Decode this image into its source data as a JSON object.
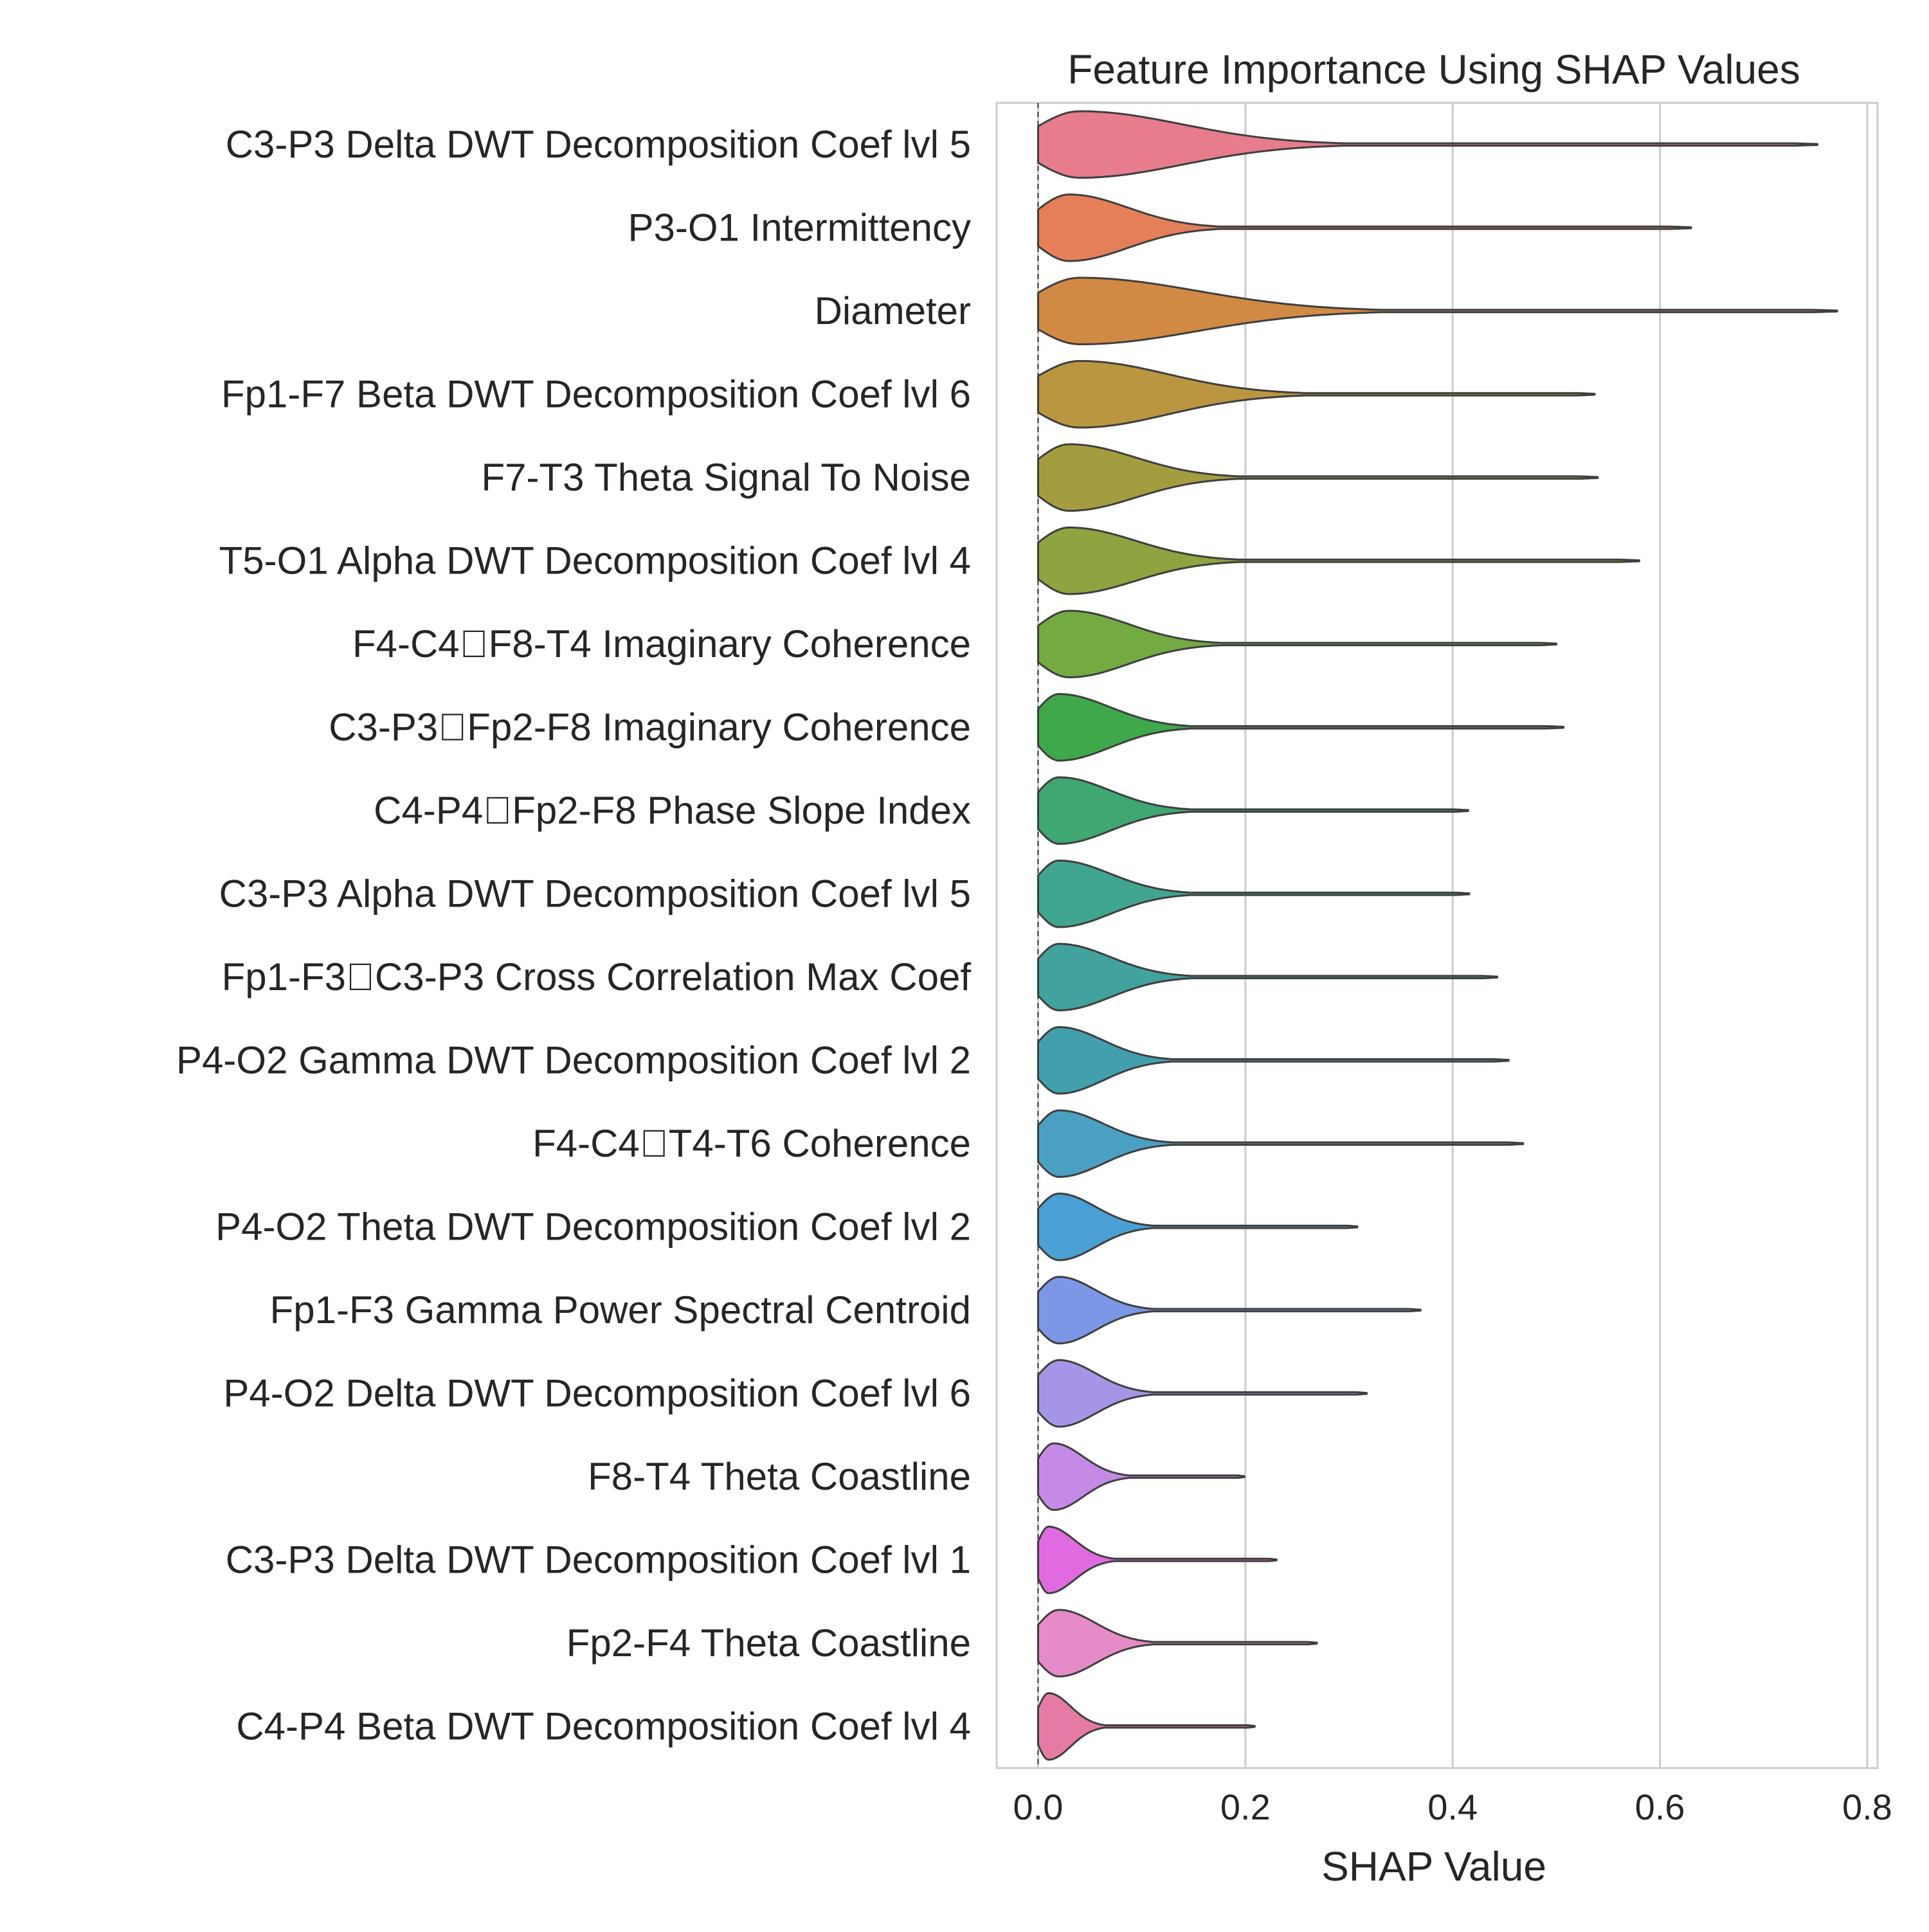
{
  "chart_data": {
    "type": "violin",
    "orientation": "horizontal",
    "title": "Feature Importance Using SHAP Values",
    "xlabel": "SHAP Value",
    "ylabel": "",
    "xlim": [
      -0.04,
      0.81
    ],
    "xticks": [
      0.0,
      0.2,
      0.4,
      0.6,
      0.8
    ],
    "xtick_labels": [
      "0.0",
      "0.2",
      "0.4",
      "0.6",
      "0.8"
    ],
    "grid": "vertical",
    "legend": "none",
    "inner": "dashed line at 0",
    "categories": [
      "C3-P3 Delta DWT Decomposition Coef lvl 5",
      "P3-O1 Intermittency",
      "Diameter",
      "Fp1-F7 Beta DWT Decomposition Coef lvl 6",
      "F7-T3 Theta Signal To Noise",
      "T5-O1 Alpha DWT Decomposition Coef lvl 4",
      "F4-C4\u0000F8-T4 Imaginary Coherence",
      "C3-P3\u0000Fp2-F8 Imaginary Coherence",
      "C4-P4\u0000Fp2-F8 Phase Slope Index",
      "C3-P3 Alpha DWT Decomposition Coef lvl 5",
      "Fp1-F3\u0000C3-P3 Cross Correlation Max Coef",
      "P4-O2 Gamma DWT Decomposition Coef lvl 2",
      "F4-C4\u0000T4-T6 Coherence",
      "P4-O2 Theta DWT Decomposition Coef lvl 2",
      "Fp1-F3 Gamma Power Spectral Centroid",
      "P4-O2 Delta DWT Decomposition Coef lvl 6",
      "F8-T4 Theta Coastline",
      "C3-P3 Delta DWT Decomposition Coef lvl 1",
      "Fp2-F4 Theta Coastline",
      "C4-P4 Beta DWT Decomposition Coef lvl 4"
    ],
    "min_values": [
      0,
      0,
      0,
      0,
      0,
      0,
      0,
      0,
      0,
      0,
      0,
      0,
      0,
      0,
      0,
      0,
      0,
      0,
      0,
      0
    ],
    "max_values": [
      0.752,
      0.63,
      0.771,
      0.537,
      0.54,
      0.58,
      0.5,
      0.507,
      0.415,
      0.416,
      0.443,
      0.454,
      0.468,
      0.308,
      0.369,
      0.317,
      0.199,
      0.23,
      0.269,
      0.209
    ],
    "density_peak": [
      0.04,
      0.03,
      0.04,
      0.04,
      0.03,
      0.03,
      0.03,
      0.02,
      0.02,
      0.02,
      0.02,
      0.02,
      0.02,
      0.02,
      0.02,
      0.02,
      0.015,
      0.01,
      0.02,
      0.01
    ],
    "density_decay": [
      0.14,
      0.08,
      0.16,
      0.12,
      0.09,
      0.09,
      0.08,
      0.07,
      0.07,
      0.07,
      0.07,
      0.06,
      0.06,
      0.05,
      0.05,
      0.05,
      0.04,
      0.035,
      0.05,
      0.03
    ],
    "colors": [
      "#e77c8d",
      "#e57f5a",
      "#d18a43",
      "#bb9640",
      "#a49d40",
      "#8da440",
      "#73aa42",
      "#3ea84a",
      "#3fa772",
      "#40a58e",
      "#41a29e",
      "#42a0ad",
      "#4aa0c2",
      "#4a9fd4",
      "#7b97e6",
      "#a695e6",
      "#c58ae6",
      "#e06ae0",
      "#e58bc7",
      "#e57ba4"
    ],
    "edge_color": "#3f3f3f",
    "background": "#ffffff",
    "grid_color": "#cccccc"
  }
}
